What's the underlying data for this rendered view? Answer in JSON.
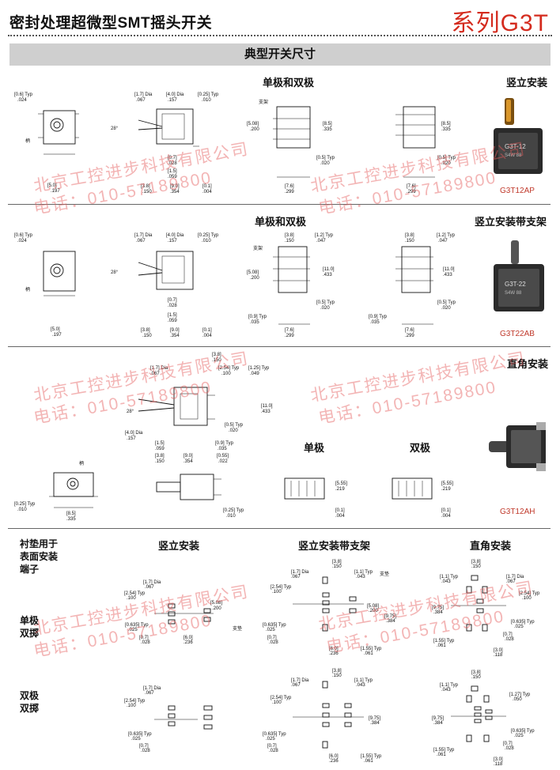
{
  "header": {
    "title": "密封处理超微型SMT摇头开关",
    "series": "系列G3T"
  },
  "section_title": "典型开关尺寸",
  "sections": [
    {
      "sub_label": "单极和双极",
      "mount_label": "竖立安装",
      "part_no": "G3T12AP"
    },
    {
      "sub_label": "单极和双极",
      "mount_label": "竖立安装带支架",
      "part_no": "G3T22AB"
    },
    {
      "mount_label": "直角安装",
      "single_label": "单极",
      "double_label": "双极",
      "part_no": "G3T12AH"
    }
  ],
  "pads": {
    "row_title": [
      "衬垫用于",
      "表面安装",
      "端子"
    ],
    "col_vertical": "竖立安装",
    "col_vertical_bracket": "竖立安装带支架",
    "col_right_angle": "直角安装",
    "row1_label": [
      "单极",
      "双掷"
    ],
    "row2_label": [
      "双极",
      "双掷"
    ]
  },
  "callouts": {
    "bracket": "支架",
    "hub": "柄",
    "support": "支垫"
  },
  "dims": {
    "d0_6": "[0.6] Typ",
    "d0_6i": ".024",
    "d1_7dia": "[1.7] Dia",
    "d1_7i": ".067",
    "d4_0dia": "[4.0] Dia",
    "d4_0i": ".157",
    "d0_25": "[0.25] Typ",
    "d0_25i": ".010",
    "deg28": "28°",
    "d0_7": "[0.7]",
    "d0_7i": ".028",
    "d1_5": "[1.5]",
    "d1_5i": ".059",
    "d3_8": "[3.8]",
    "d3_8i": ".150",
    "d9_0": "[9.0]",
    "d9_0i": ".354",
    "d0_1": "[0.1]",
    "d0_1i": ".004",
    "d5_0": "[5.0]",
    "d5_0i": ".197",
    "d5_08": "[5.08]",
    "d5_08i": ".200",
    "d8_5": "[8.5]",
    "d8_5i": ".335",
    "d0_5": "[0.5] Typ",
    "d0_5i": ".020",
    "d7_6": "[7.6]",
    "d7_6i": ".299",
    "d1_2": "[1.2] Typ",
    "d1_2i": ".047",
    "d11_0": "[11.0]",
    "d11_0i": ".433",
    "d0_9": "[0.9] Typ",
    "d0_9i": ".035",
    "d2_54": "[2.54] Typ",
    "d2_54i": ".100",
    "d1_25": "[1.25] Typ",
    "d1_25i": ".049",
    "d0_55": "[0.55]",
    "d0_55i": ".022",
    "d5_55": "[5.55]",
    "d5_55i": ".219",
    "d1_1": "[1.1] Typ",
    "d1_1i": ".043",
    "d0_635": "[0.635] Typ",
    "d0_635i": ".025",
    "d6_0": "[6.0]",
    "d6_0i": ".236",
    "d1_55": "[1.55] Typ",
    "d1_55i": ".061",
    "d9_75": "[9.75]",
    "d9_75i": ".384",
    "d3_0": "[3.0]",
    "d3_0i": ".118",
    "d1_27": "[1.27] Typ",
    "d1_27i": ".050"
  },
  "photo_text": {
    "p1_line1": "G3T-12",
    "p1_line2": "S4W 88",
    "p2_line1": "G3T-22",
    "p2_line2": "S4W 88"
  },
  "watermark": {
    "line1": "北京工控进步科技有限公司",
    "line2": "电话：010-57189800"
  }
}
